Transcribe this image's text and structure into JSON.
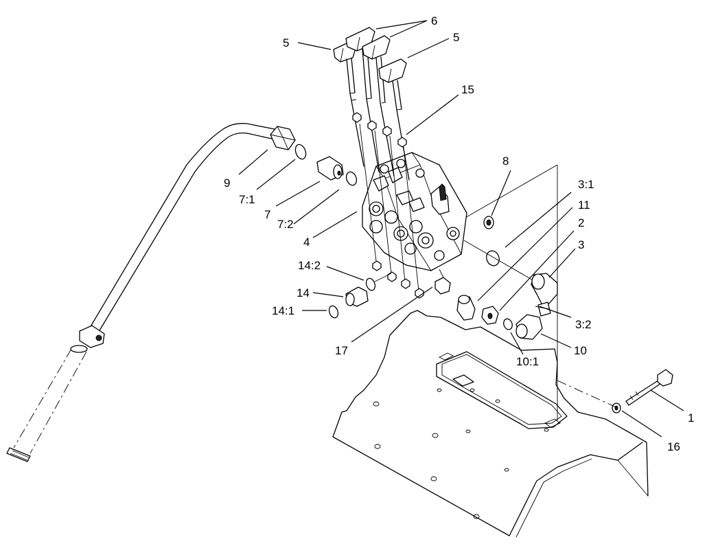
{
  "callouts": {
    "c1": "1",
    "c2": "2",
    "c3": "3",
    "c3_1": "3:1",
    "c3_2": "3:2",
    "c4": "4",
    "c5_left": "5",
    "c5_right": "5",
    "c6": "6",
    "c7": "7",
    "c7_1": "7:1",
    "c7_2": "7:2",
    "c8": "8",
    "c9": "9",
    "c10": "10",
    "c10_1": "10:1",
    "c11": "11",
    "c14": "14",
    "c14_1": "14:1",
    "c14_2": "14:2",
    "c15": "15",
    "c16": "16",
    "c17": "17"
  }
}
